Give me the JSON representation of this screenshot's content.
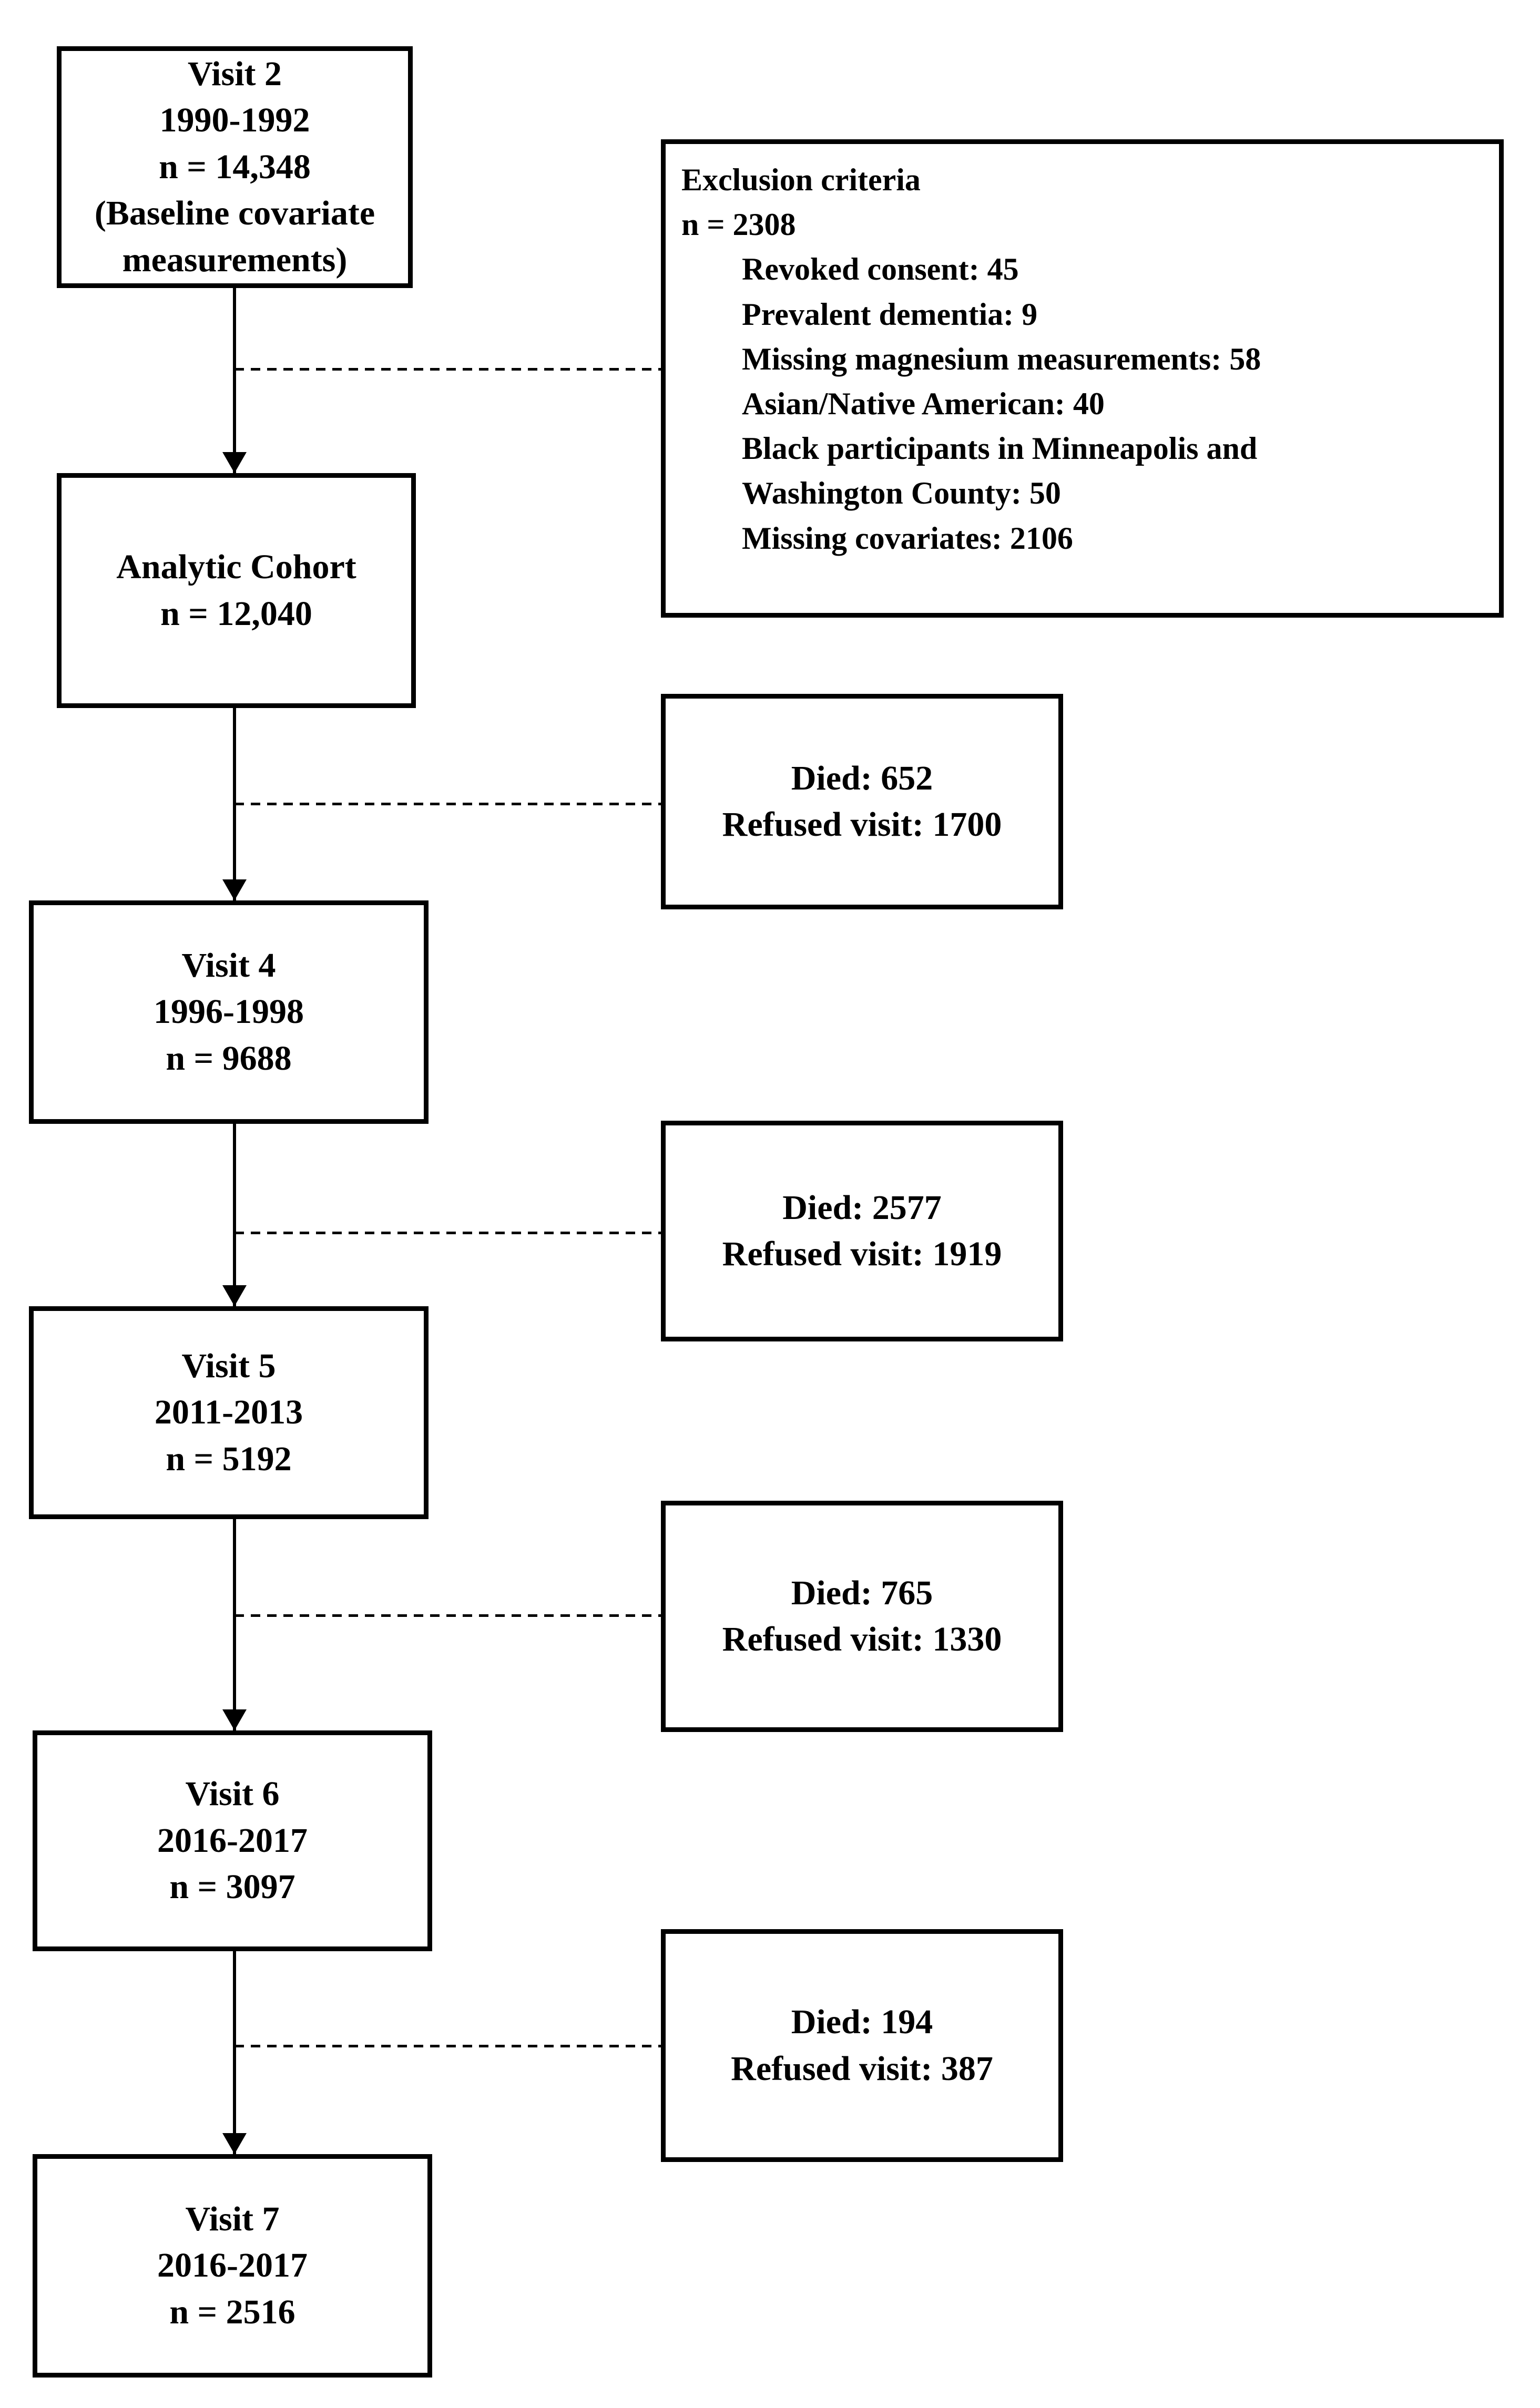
{
  "page": {
    "background_color": "#ffffff",
    "ink_color": "#000000"
  },
  "flow": {
    "visit2": {
      "title": "Visit 2",
      "years": "1990-1992",
      "n": "n = 14,348",
      "note": "(Baseline covariate measurements)"
    },
    "analytic_cohort": {
      "title": "Analytic Cohort",
      "n": "n = 12,040"
    },
    "visit4": {
      "title": "Visit 4",
      "years": "1996-1998",
      "n": "n = 9688"
    },
    "visit5": {
      "title": "Visit 5",
      "years": "2011-2013",
      "n": "n = 5192"
    },
    "visit6": {
      "title": "Visit 6",
      "years": "2016-2017",
      "n": "n = 3097"
    },
    "visit7": {
      "title": "Visit 7",
      "years": "2016-2017",
      "n": "n = 2516"
    }
  },
  "exclusion": {
    "title": "Exclusion criteria",
    "n": "n = 2308",
    "items": [
      "Revoked consent: 45",
      "Prevalent dementia: 9",
      "Missing magnesium measurements: 58",
      "Asian/Native American: 40",
      "Black participants in Minneapolis and",
      "Washington County: 50",
      "Missing covariates: 2106"
    ]
  },
  "attrition": {
    "after_analytic": {
      "died": "Died: 652",
      "refused": "Refused visit: 1700"
    },
    "after_visit4": {
      "died": "Died: 2577",
      "refused": "Refused visit: 1919"
    },
    "after_visit5": {
      "died": "Died: 765",
      "refused": "Refused visit: 1330"
    },
    "after_visit6": {
      "died": "Died: 194",
      "refused": "Refused visit: 387"
    }
  }
}
